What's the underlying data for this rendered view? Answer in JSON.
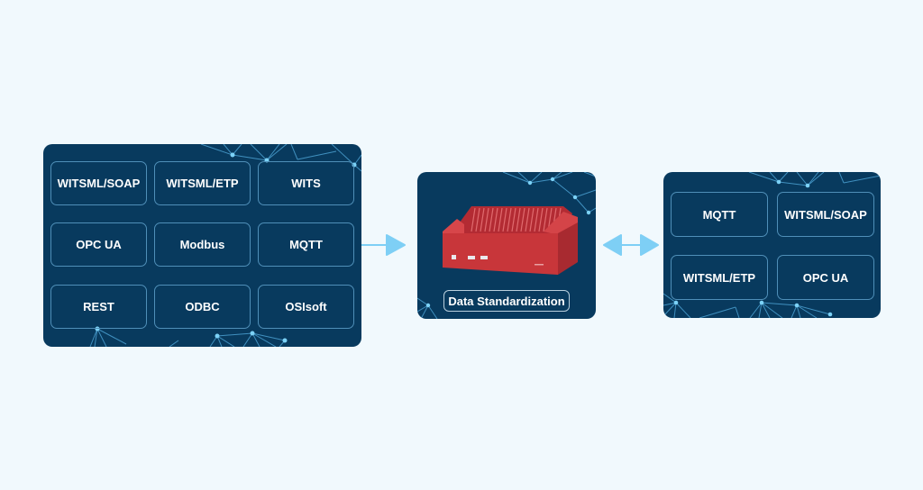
{
  "diagram": {
    "title": "",
    "colors": {
      "background": "#f1f9fd",
      "panel": "#083a5e",
      "box_border": "#4f8fb8",
      "arrow": "#7ecff5",
      "device_red": "#c8363a",
      "network_line": "#4a9fd0",
      "network_node": "#7cd2f7"
    },
    "source_panel": {
      "protocols": [
        "WITSML/SOAP",
        "WITSML/ETP",
        "WITS",
        "OPC UA",
        "Modbus",
        "MQTT",
        "REST",
        "ODBC",
        "OSIsoft"
      ]
    },
    "center_panel": {
      "device_icon": "edge-gateway-device",
      "label": "Data Standardization"
    },
    "target_panel": {
      "protocols": [
        "MQTT",
        "WITSML/SOAP",
        "WITSML/ETP",
        "OPC UA"
      ]
    },
    "connectors": [
      {
        "from": "source_panel",
        "to": "center_panel",
        "direction": "one-way"
      },
      {
        "from": "center_panel",
        "to": "target_panel",
        "direction": "two-way"
      }
    ]
  }
}
